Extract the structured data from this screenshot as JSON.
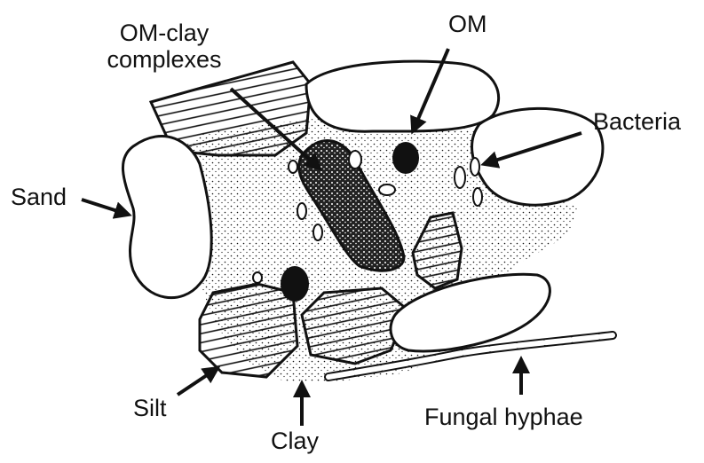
{
  "labels": {
    "om_clay_line1": "OM-clay",
    "om_clay_line2": "complexes",
    "om": "OM",
    "bacteria": "Bacteria",
    "sand": "Sand",
    "silt": "Silt",
    "clay": "Clay",
    "fungal_hyphae": "Fungal hyphae"
  },
  "colors": {
    "ink": "#111111",
    "background": "#ffffff"
  }
}
